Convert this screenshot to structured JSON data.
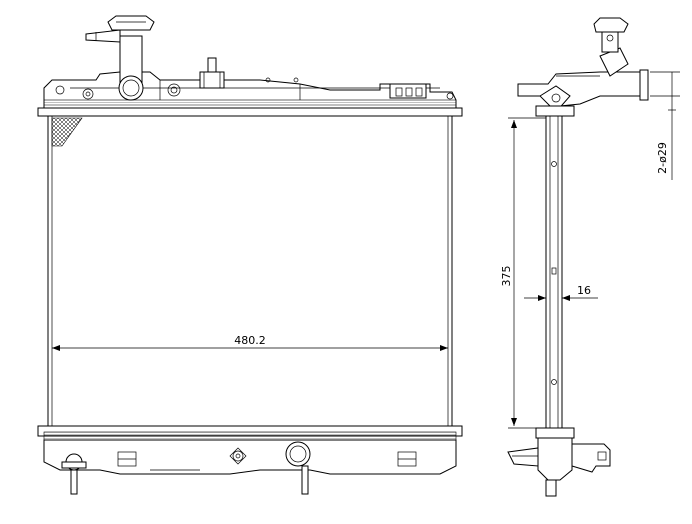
{
  "dimensions": {
    "core_width": "480.2",
    "core_height": "375",
    "core_thickness": "16",
    "pipe_diameter": "2-ø29"
  }
}
